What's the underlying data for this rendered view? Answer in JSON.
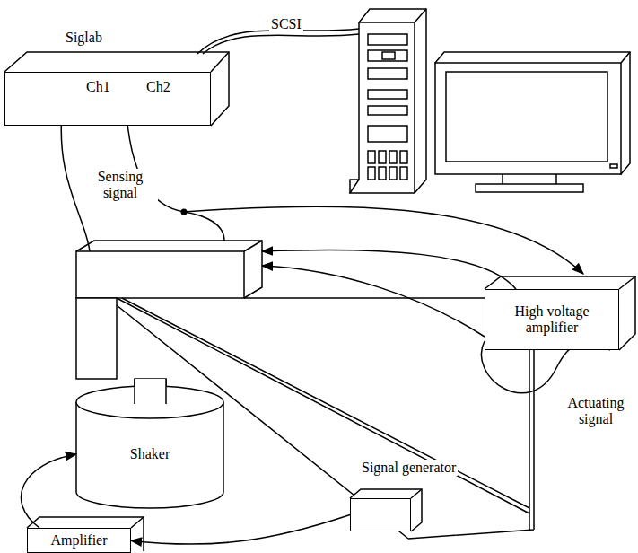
{
  "diagram": {
    "nodes": [
      {
        "text": [
          "Siglab"
        ]
      },
      {
        "text": [
          "High voltage amplifier"
        ]
      },
      {
        "text": [
          "Shaker"
        ]
      },
      {
        "text": [
          "Signal generator"
        ]
      },
      {
        "text": [
          "Amplifier"
        ]
      }
    ],
    "edges": [
      {
        "from": 3,
        "to": 4,
        "arrow": "to"
      },
      {
        "from": 4,
        "to": 2,
        "arrow": "to"
      }
    ],
    "labels": [
      "Ch1",
      "Ch2",
      "SCSI",
      "Sensing signal",
      "Actuating signal"
    ]
  }
}
